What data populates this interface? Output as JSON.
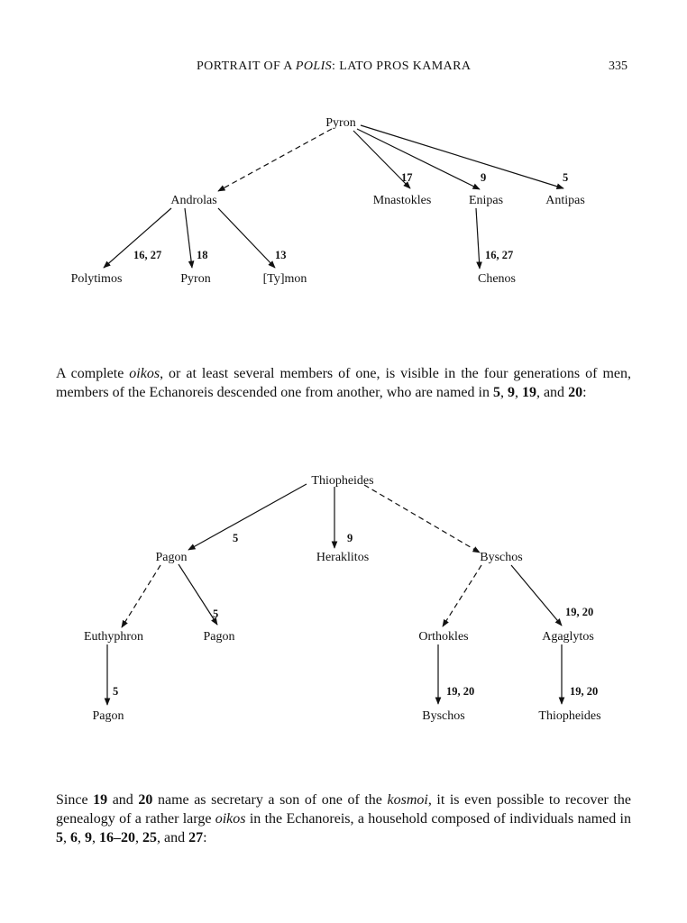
{
  "header": {
    "running_title": "PORTRAIT OF A POLIS: LATO PROS KAMARA",
    "running_title_italic": "POLIS",
    "page_number": "335"
  },
  "tree1": {
    "pyron": "Pyron",
    "androlas": "Androlas",
    "mnastokles": "Mnastokles",
    "enipas": "Enipas",
    "antipas": "Antipas",
    "polytimos": "Polytimos",
    "pyron2": "Pyron",
    "tymon": "[Ty]mon",
    "chenos": "Chenos",
    "ref_mnastokles": "17",
    "ref_enipas": "9",
    "ref_antipas": "5",
    "ref_polytimos": "16, 27",
    "ref_pyron2": "18",
    "ref_tymon": "13",
    "ref_chenos": "16, 27"
  },
  "paragraph1": {
    "a": "A complete ",
    "b": "oikos",
    "c": ", or at least several members of one, is visible in the four generations of men, members of the Echanoreis descended one from another, who are named in ",
    "d": "5",
    "e": ", ",
    "f": "9",
    "g": ", ",
    "h": "19",
    "i": ", and ",
    "j": "20",
    "k": ":"
  },
  "tree2": {
    "thiopheides": "Thiopheides",
    "pagon": "Pagon",
    "heraklitos": "Heraklitos",
    "byschos": "Byschos",
    "euthyphron": "Euthyphron",
    "pagon2": "Pagon",
    "orthokles": "Orthokles",
    "agaglytos": "Agaglytos",
    "pagon3": "Pagon",
    "byschos2": "Byschos",
    "thiopheides2": "Thiopheides",
    "ref_pagon": "5",
    "ref_heraklitos": "9",
    "ref_pagon2": "5",
    "ref_agaglytos": "19, 20",
    "ref_pagon3": "5",
    "ref_byschos2": "19, 20",
    "ref_thiopheides2": "19, 20"
  },
  "paragraph2": {
    "a": "Since ",
    "b": "19",
    "c": " and ",
    "d": "20",
    "e": " name as secretary a son of one of the ",
    "f": "kosmoi",
    "g": ", it is even possible to recover the genealogy of a rather large ",
    "h": "oikos",
    "i": " in the Echanoreis, a household composed of individuals named in ",
    "j": "5",
    "k": ", ",
    "l": "6",
    "m": ", ",
    "n": "9",
    "o": ", ",
    "p": "16–20",
    "q": ", ",
    "r": "25",
    "s": ", and ",
    "t": "27",
    "u": ":"
  }
}
